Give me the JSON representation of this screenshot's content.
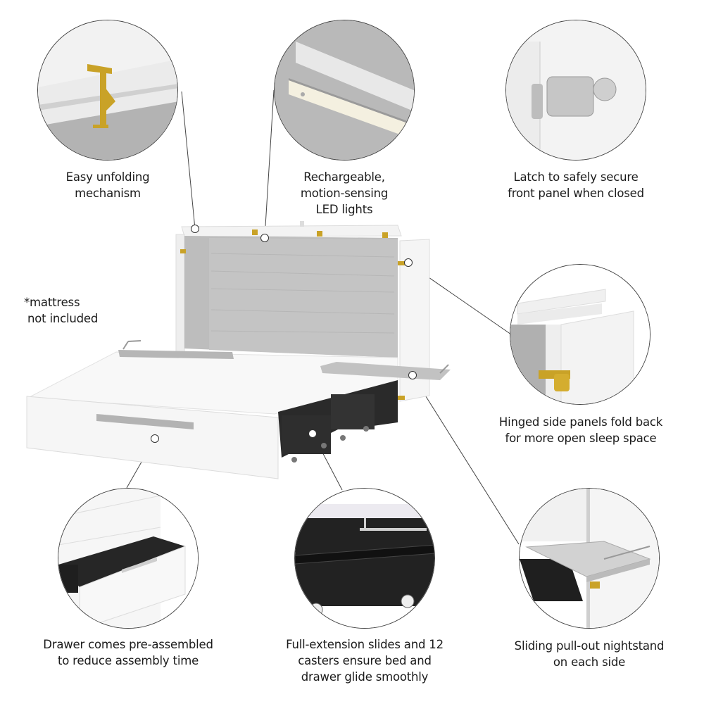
{
  "callouts": {
    "top_left": {
      "lines": [
        "Easy unfolding",
        "mechanism"
      ],
      "image": "brass-folding-hinge-detail"
    },
    "top_middle": {
      "lines": [
        "Rechargeable,",
        "motion-sensing",
        "LED lights"
      ],
      "image": "led-light-bar-detail"
    },
    "top_right": {
      "lines": [
        "Latch to safely secure",
        "front panel when closed"
      ],
      "image": "chrome-latch-detail"
    },
    "mid_right": {
      "lines": [
        "Hinged side panels fold back",
        "for more open sleep space"
      ],
      "image": "hinged-side-panel-detail"
    },
    "bottom_left": {
      "lines": [
        "Drawer comes pre-assembled",
        "to reduce assembly time"
      ],
      "image": "drawer-open-detail"
    },
    "bottom_middle": {
      "lines": [
        "Full-extension slides and 12",
        "casters ensure bed and",
        "drawer glide smoothly"
      ],
      "image": "slides-casters-detail"
    },
    "bottom_right": {
      "lines": [
        "Sliding pull-out nightstand",
        "on each side"
      ],
      "image": "pull-out-nightstand-detail"
    }
  },
  "note": {
    "lines": [
      "*mattress",
      "not included"
    ]
  },
  "product": {
    "name": "cabinet-bed-open",
    "colors": {
      "white": "#f7f7f7",
      "wood_gray": "#b9b9b9",
      "metal_dark": "#2a2a2a",
      "brass": "#c9a227"
    }
  }
}
